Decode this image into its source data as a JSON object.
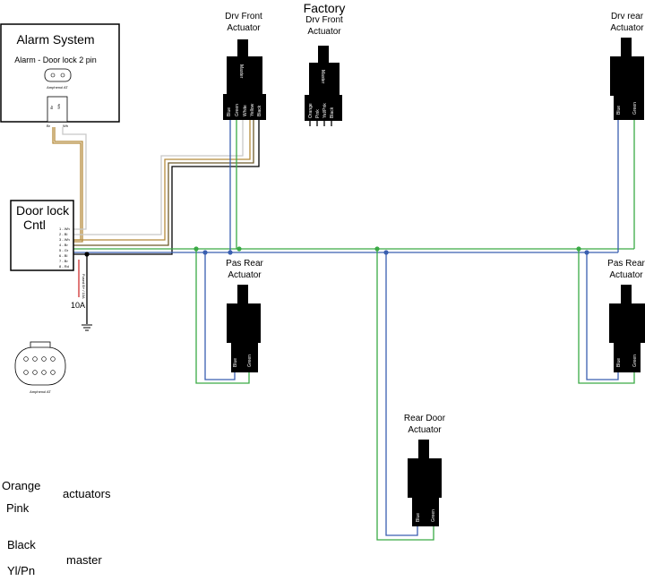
{
  "alarm": {
    "title": "Alarm System",
    "subtitle": "Alarm - Door lock 2 pin",
    "connector_label": "Amphenol AT",
    "pin_br": "Br",
    "pin_wh": "Wh",
    "wire_br": "Br",
    "wire_wh": "Wh"
  },
  "door_lock": {
    "title_line1": "Door lock",
    "title_line2": "Cntl",
    "pins": [
      "1 - Wh",
      "2 - Bl",
      "3 - Wh",
      "4 - Br",
      "5 - Gr",
      "6 - Bl",
      "7 - Br",
      "8 - Rd"
    ],
    "fuse_label": "10A",
    "fuse_wire": "Fused B+ / 10A",
    "connector_label": "Amphenol AT"
  },
  "factory_label": "Factory",
  "actuators": {
    "drv_front": {
      "line1": "Drv Front",
      "line2": "Actuator",
      "tag": "Master",
      "pins": [
        "Blue",
        "Green",
        "White",
        "Yellow",
        "Black"
      ]
    },
    "factory_drv_front": {
      "line1": "Drv Front",
      "line2": "Actuator",
      "tag": "Master",
      "pins": [
        "Orange",
        "Pink",
        "Yel/Pnk",
        "Black"
      ]
    },
    "drv_rear": {
      "line1": "Drv rear",
      "line2": "Actuator",
      "pins": [
        "Blue",
        "Green"
      ]
    },
    "pas_rear_left": {
      "line1": "Pas Rear",
      "line2": "Actuator",
      "pins": [
        "Blue",
        "Green"
      ]
    },
    "pas_rear_right": {
      "line1": "Pas Rear",
      "line2": "Actuator",
      "pins": [
        "Blue",
        "Green"
      ]
    },
    "rear_door": {
      "line1": "Rear Door",
      "line2": "Actuator",
      "pins": [
        "Blue",
        "Green"
      ]
    }
  },
  "legend": {
    "orange": "Orange",
    "pink": "Pink",
    "actuators": "actuators",
    "black": "Black",
    "ylpn": "Yl/Pn",
    "master": "master"
  },
  "colors": {
    "blue_wire": "#3a5fb0",
    "green_wire": "#3aaa45",
    "brown_wire": "#b58a3a",
    "white_wire": "#c8c8c8",
    "black_wire": "#000000",
    "red_wire": "#d03030",
    "actuator_fill": "#000000"
  }
}
